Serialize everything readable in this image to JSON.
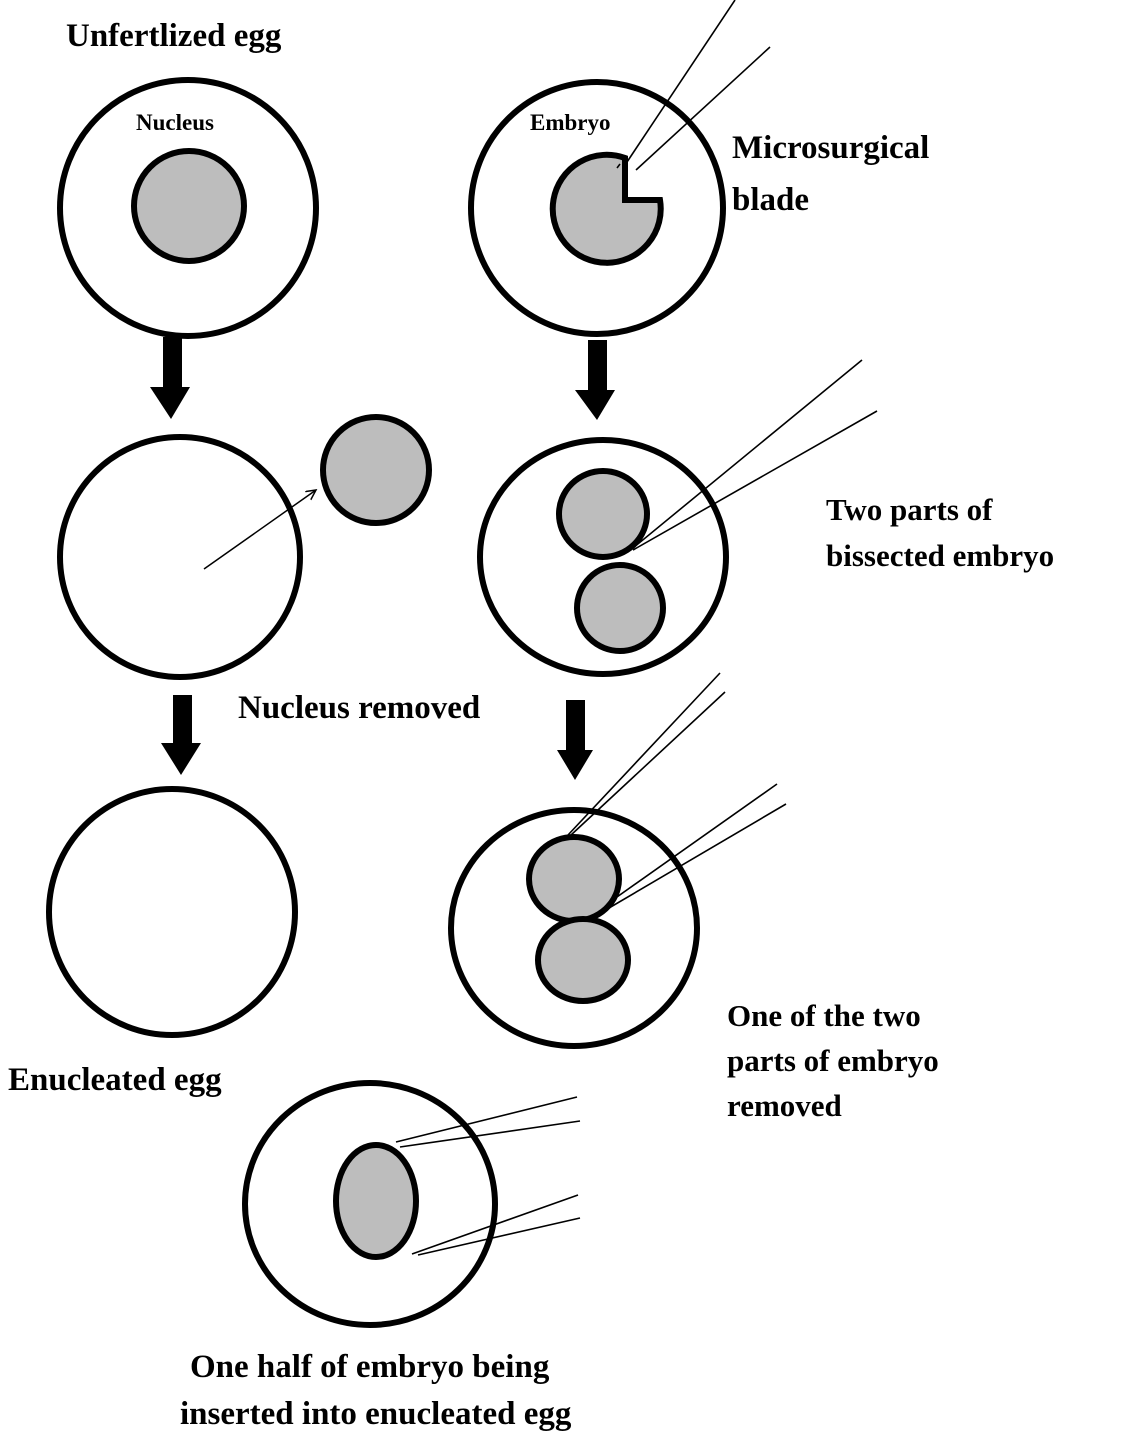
{
  "title": "Embryo splitting and nuclear transfer into enucleated egg",
  "colors": {
    "background": "#ffffff",
    "outline": "#000000",
    "nucleus_fill": "#bdbdbd"
  },
  "labels": {
    "unfertilized_egg": "Unfertlized egg",
    "nucleus": "Nucleus",
    "embryo": "Embryo",
    "microsurgical_blade_line1": "Microsurgical",
    "microsurgical_blade_line2": "blade",
    "nucleus_removed": "Nucleus removed",
    "two_parts_line1": "Two parts of",
    "two_parts_line2": "bissected embryo",
    "enucleated_egg": "Enucleated  egg",
    "one_removed_line1": "One of the two",
    "one_removed_line2": "parts of embryo",
    "one_removed_line3": "removed",
    "insertion_line1": "One half of embryo being",
    "insertion_line2": "inserted into enucleated egg"
  },
  "steps": {
    "left_column": [
      "Unfertlized egg",
      "Nucleus removed",
      "Enucleated egg"
    ],
    "right_column": [
      "Embryo cut with microsurgical blade",
      "Two parts of bissected embryo",
      "One of the two parts of embryo removed"
    ],
    "final": "One half of embryo being inserted into enucleated egg"
  },
  "icons": {
    "flow_arrow": "down-arrow-icon",
    "blade": "microsurgical-blade-icon"
  }
}
